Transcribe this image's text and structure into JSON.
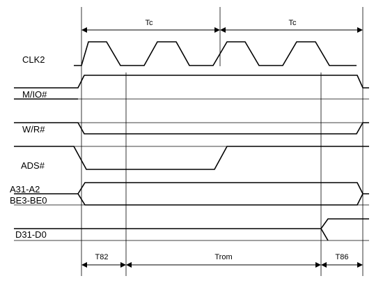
{
  "signals": [
    {
      "id": "clk2",
      "label": "CLK2"
    },
    {
      "id": "mio",
      "label": "M/IO#"
    },
    {
      "id": "wr",
      "label": "W/R#"
    },
    {
      "id": "ads",
      "label": "ADS#"
    },
    {
      "id": "addr",
      "label": "A31-A2"
    },
    {
      "id": "be",
      "label": "BE3-BE0"
    },
    {
      "id": "data",
      "label": "D31-D0"
    }
  ],
  "timing_labels": {
    "tc_first": "Tc",
    "tc_second": "Tc",
    "t82": "T82",
    "trom": "Trom",
    "t86": "T86"
  }
}
